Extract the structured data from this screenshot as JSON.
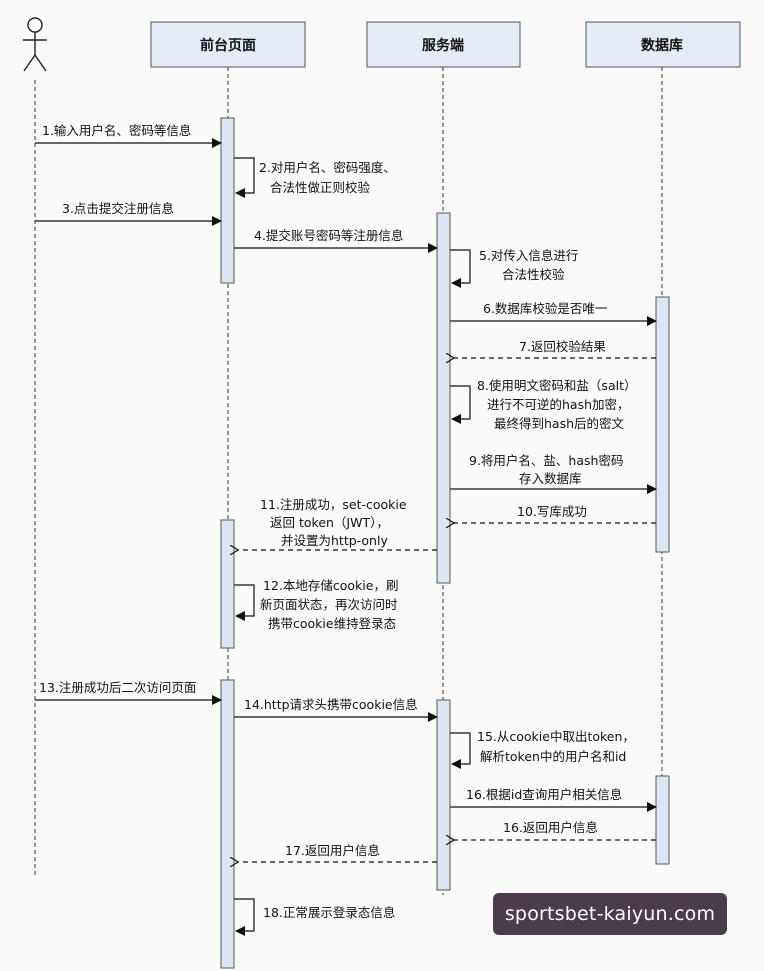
{
  "participants": [
    {
      "id": "actor",
      "label": ""
    },
    {
      "id": "frontend",
      "label": "前台页面"
    },
    {
      "id": "server",
      "label": "服务端"
    },
    {
      "id": "db",
      "label": "数据库"
    }
  ],
  "messages": [
    {
      "id": "m1",
      "lines": [
        "1.输入用户名、密码等信息"
      ]
    },
    {
      "id": "m2",
      "lines": [
        "2.对用户名、密码强度、",
        "合法性做正则校验"
      ]
    },
    {
      "id": "m3",
      "lines": [
        "3.点击提交注册信息"
      ]
    },
    {
      "id": "m4",
      "lines": [
        "4.提交账号密码等注册信息"
      ]
    },
    {
      "id": "m5",
      "lines": [
        "5.对传入信息进行",
        "合法性校验"
      ]
    },
    {
      "id": "m6",
      "lines": [
        "6.数据库校验是否唯一"
      ]
    },
    {
      "id": "m7",
      "lines": [
        "7.返回校验结果"
      ]
    },
    {
      "id": "m8",
      "lines": [
        "8.使用明文密码和盐（salt）",
        "进行不可逆的hash加密，",
        "最终得到hash后的密文"
      ]
    },
    {
      "id": "m9",
      "lines": [
        "9.将用户名、盐、hash密码",
        "存入数据库"
      ]
    },
    {
      "id": "m10",
      "lines": [
        "10.写库成功"
      ]
    },
    {
      "id": "m11",
      "lines": [
        "11.注册成功，set-cookie",
        "返回 token（JWT），",
        "并设置为http-only"
      ]
    },
    {
      "id": "m12",
      "lines": [
        "12.本地存储cookie，刷",
        "新页面状态，再次访问时",
        "携带cookie维持登录态"
      ]
    },
    {
      "id": "m13",
      "lines": [
        "13.注册成功后二次访问页面"
      ]
    },
    {
      "id": "m14",
      "lines": [
        "14.http请求头携带cookie信息"
      ]
    },
    {
      "id": "m15",
      "lines": [
        "15.从cookie中取出token，",
        "解析token中的用户名和id"
      ]
    },
    {
      "id": "m16a",
      "lines": [
        "16.根据id查询用户相关信息"
      ]
    },
    {
      "id": "m16b",
      "lines": [
        "16.返回用户信息"
      ]
    },
    {
      "id": "m17",
      "lines": [
        "17.返回用户信息"
      ]
    },
    {
      "id": "m18",
      "lines": [
        "18.正常展示登录态信息"
      ]
    }
  ],
  "watermark": "sportsbet-kaiyun.com"
}
